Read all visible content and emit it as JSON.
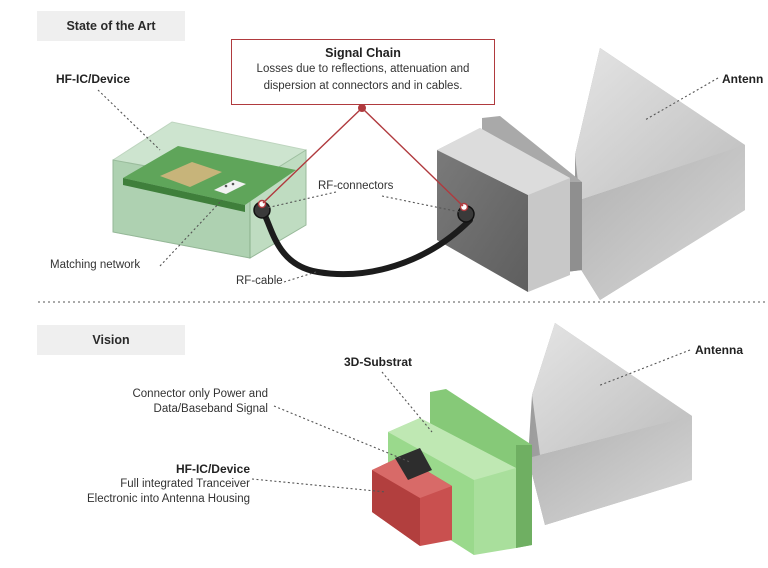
{
  "sections": {
    "state": {
      "title": "State of the Art"
    },
    "vision": {
      "title": "Vision"
    }
  },
  "signal_chain": {
    "title": "Signal Chain",
    "line1": "Losses due to reflections, attenuation and",
    "line2": "dispersion at connectors and in cables."
  },
  "top": {
    "device": "HF-IC/Device",
    "antenna": "Antenn",
    "rf_connectors": "RF-connectors",
    "rf_cable": "RF-cable",
    "matching_network": "Matching network"
  },
  "bottom": {
    "substrat": "3D-Substrat",
    "antenna": "Antenna",
    "connector_line1": "Connector only Power and",
    "connector_line2": "Data/Baseband Signal",
    "device": "HF-IC/Device",
    "device_line1": "Full integrated Tranceiver",
    "device_line2": "Electronic into Antenna Housing"
  },
  "colors": {
    "callout_red": "#b03a3e",
    "substrate_green": "#9ad98c",
    "device_red": "#c9504f",
    "antenna_grey": "#b8b8b8",
    "pcb_green": "#5fa55a"
  }
}
